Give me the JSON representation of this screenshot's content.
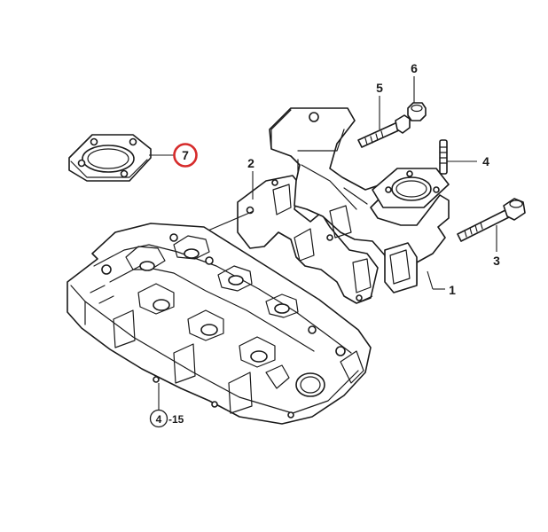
{
  "callouts": {
    "exhaust_manifold": "1",
    "manifold_gasket": "2",
    "flange_bolt": "3",
    "stud": "4",
    "manifold_bolt": "5",
    "nut": "6",
    "flange_gasket": "7",
    "head_ref_num": "4",
    "head_ref_suffix": "-15"
  },
  "highlight": {
    "target": "flange_gasket",
    "color": "#d62b2b"
  }
}
